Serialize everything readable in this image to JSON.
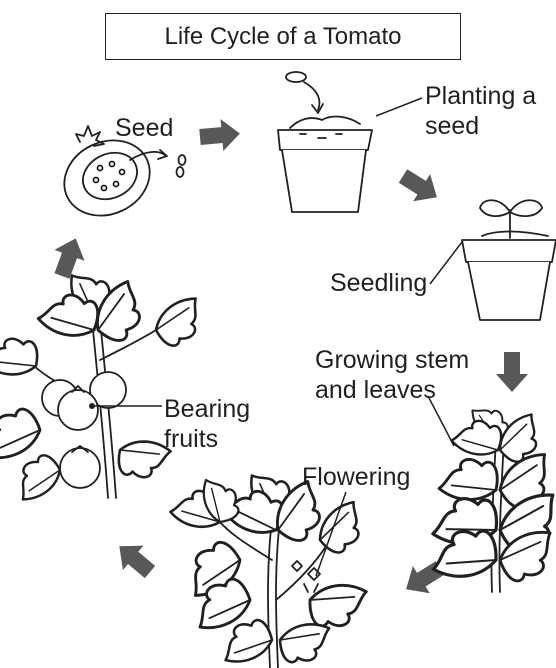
{
  "title": "Life Cycle of a Tomato",
  "stages": {
    "seed": {
      "label": "Seed"
    },
    "planting": {
      "line1": "Planting a",
      "line2": "seed"
    },
    "seedling": {
      "label": "Seedling"
    },
    "growing": {
      "line1": "Growing stem",
      "line2": "and leaves"
    },
    "flowering": {
      "label": "Flowering"
    },
    "bearing": {
      "line1": "Bearing",
      "line2": "fruits"
    }
  },
  "colors": {
    "ink": "#231f20",
    "arrow": "#5a5758"
  }
}
